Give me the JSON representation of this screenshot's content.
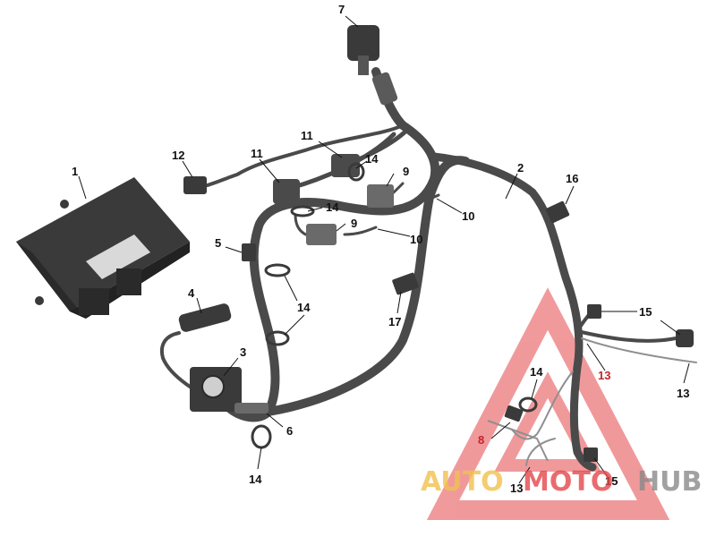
{
  "callouts": {
    "c1": "1",
    "c2": "2",
    "c3": "3",
    "c4": "4",
    "c5": "5",
    "c6": "6",
    "c7": "7",
    "c8": "8",
    "c9a": "9",
    "c9b": "9",
    "c10a": "10",
    "c10b": "10",
    "c11a": "11",
    "c11b": "11",
    "c12": "12",
    "c13a": "13",
    "c13b": "13",
    "c13c": "13",
    "c14a": "14",
    "c14b": "14",
    "c14c": "14",
    "c14d": "14",
    "c14e": "14",
    "c15a": "15",
    "c15b": "15",
    "c16": "16",
    "c17": "17"
  },
  "watermark": {
    "part1": "AUTO",
    "part2": "MOTO",
    "part3": "HUB",
    "color_yellow": "#f2c14e",
    "color_red": "#e4474b",
    "color_gray": "#8a8a8a"
  },
  "colors": {
    "harness": "#4a4a4a",
    "harness_light": "#8f8f8f",
    "module_body": "#3a3a3a",
    "module_label": "#d9d9d9"
  }
}
